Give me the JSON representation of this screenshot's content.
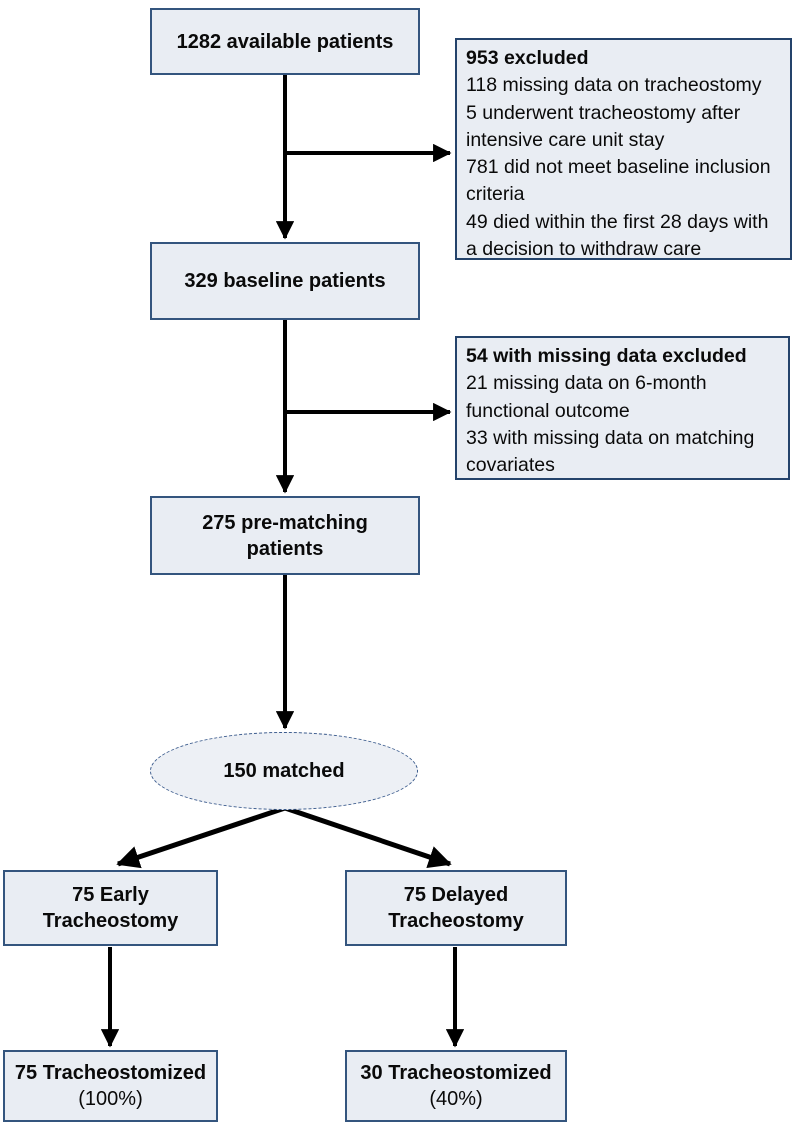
{
  "colors": {
    "box_fill": "#e9edf3",
    "box_border": "#34557e",
    "ellipse_border": "#3a5a8c",
    "arrow": "#000000"
  },
  "flow": {
    "available": {
      "label": "1282 available patients"
    },
    "excluded1": {
      "title": "953 excluded",
      "lines": [
        "118 missing data on tracheostomy",
        "5 underwent tracheostomy after intensive care unit stay",
        "781 did not meet baseline inclusion criteria",
        "49 died within the first 28 days with a decision to withdraw care"
      ]
    },
    "baseline": {
      "label": "329 baseline patients"
    },
    "excluded2": {
      "title": "54 with missing data excluded",
      "lines": [
        "21 missing data on 6-month functional outcome",
        "33 with missing data on matching covariates"
      ]
    },
    "prematching": {
      "line1": "275 pre-matching",
      "line2": "patients"
    },
    "matched": {
      "label": "150 matched"
    },
    "early": {
      "line1": "75 Early",
      "line2": "Tracheostomy"
    },
    "delayed": {
      "line1": "75 Delayed",
      "line2": "Tracheostomy"
    },
    "early_result": {
      "line1": "75 Tracheostomized",
      "line2": "(100%)"
    },
    "delayed_result": {
      "line1": "30 Tracheostomized",
      "line2": "(40%)"
    }
  }
}
